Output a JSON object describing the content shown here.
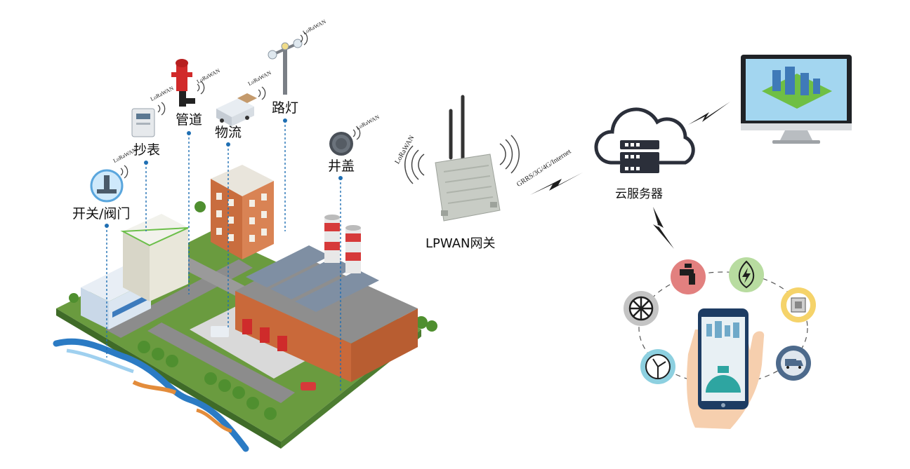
{
  "sensors": {
    "switch_valve": "开关/阀门",
    "meter": "抄表",
    "pipeline": "管道",
    "logistics": "物流",
    "streetlight": "路灯",
    "manhole": "井盖"
  },
  "lora_tag": "LoRaWAN",
  "gateway": {
    "label": "LPWAN网关",
    "lora_tag": "LoRaWAN"
  },
  "network_label": "GRRS/3G/4G/Internet",
  "cloud": {
    "label": "云服务器"
  },
  "colors": {
    "pin_line": "#1f6fb3",
    "ground_green": "#5c8a3a",
    "road": "#8a8a8a",
    "brick": "#c96d3e",
    "pipe_blue": "#2b7bc4",
    "cloud_dark": "#2b2f3a"
  },
  "app_icons": [
    "faucet-icon",
    "energy-icon",
    "chip-icon",
    "truck-icon",
    "fan-icon",
    "wheel-icon"
  ]
}
